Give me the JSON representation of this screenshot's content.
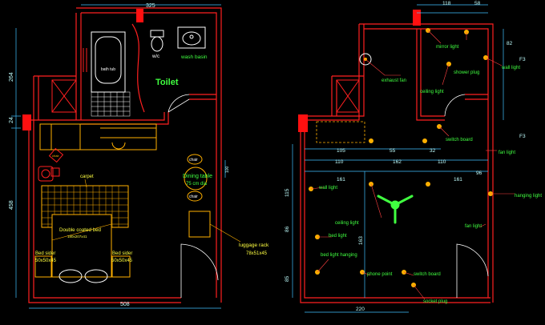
{
  "colors": {
    "background": "#000000",
    "wall": "#ff2020",
    "furniture": "#ffb000",
    "fixture": "#ffffff",
    "dimension": "#40c0ff",
    "dimension_text": "#c0ffff",
    "label_green": "#40ff40",
    "label_yellow": "#ffff40",
    "leader": "#ff4040",
    "door_arc": "#ffffff",
    "column": "#ff1010"
  },
  "left_plan": {
    "dims": {
      "top": "325",
      "bottom": "508",
      "left_upper": "264",
      "left_middle": "24",
      "left_lower": "458",
      "right_small": "100"
    },
    "labels": {
      "toilet": "Toilet",
      "bath_tub": "bath tub",
      "wc": "w/c",
      "wash_basin": "wash basin",
      "carpet": "carpet",
      "double_bed": "Double coated bed",
      "double_bed_size": "180x207x41",
      "bed_sider_left": "Bed sider",
      "bed_sider_left_size": "50x50x45",
      "bed_sider_right": "Bed sider",
      "bed_sider_right_size": "50x50x45",
      "chair_top": "chair",
      "chair_bottom": "chair",
      "dining_table": "Dining table",
      "dining_table_size": "75 cm dia",
      "luggage_rack": "luggage rack",
      "luggage_rack_size": "78x51x45",
      "chair_small": "chair"
    }
  },
  "right_plan": {
    "dims": {
      "top_a": "118",
      "top_b": "58",
      "row1_a": "105",
      "row1_b": "55",
      "row1_c": "32",
      "row2_a": "110",
      "row2_b": "162",
      "row2_c": "110",
      "row3_a": "161",
      "row3_b": "161",
      "row3_c": "96",
      "bottom": "220",
      "right_a": "82",
      "right_b": "F3",
      "right_c": "F3",
      "left_a": "115",
      "left_b": "86",
      "left_c": "85",
      "vert_mid": "163"
    },
    "labels": {
      "mirror_light": "mirror light",
      "exhaust_fan": "exhaust fan",
      "shower_plug": "shower plug",
      "ceiling_light_top": "ceiling light",
      "wall_light_tr": "wall light",
      "switch_board_top": "switch board",
      "fan_light": "fan light",
      "wall_light_left": "wall light",
      "ceiling_light_mid": "ceiling light",
      "hanging_light": "hanging light",
      "fan_light_right": "fan light",
      "bed_light": "bed light",
      "bed_light_hanging": "bed light hanging",
      "phone_point": "phone point",
      "switch_board_bottom": "switch board",
      "socket_plug": "socket plug"
    }
  }
}
